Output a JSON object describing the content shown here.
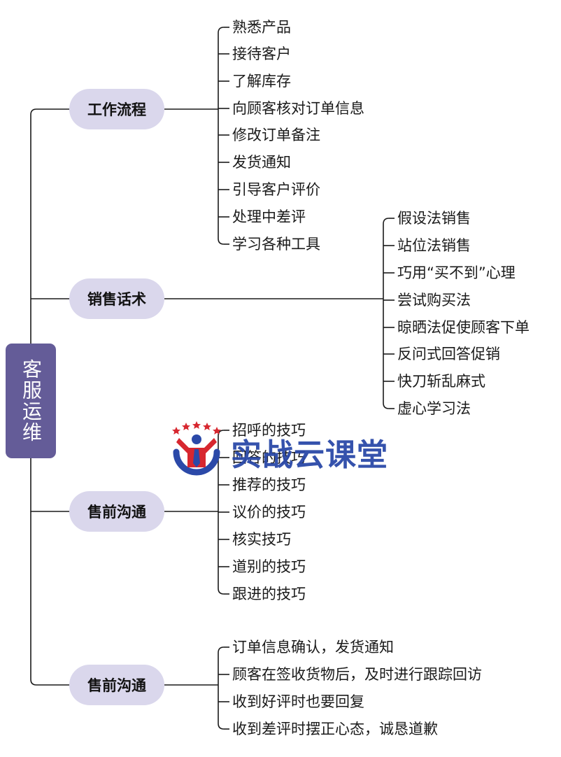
{
  "mindmap": {
    "root": {
      "label": "客服运维"
    },
    "branches": [
      {
        "label": "工作流程",
        "items": [
          "熟悉产品",
          "接待客户",
          "了解库存",
          "向顾客核对订单信息",
          "修改订单备注",
          "发货通知",
          "引导客户评价",
          "处理中差评",
          "学习各种工具"
        ]
      },
      {
        "label": "销售话术",
        "items": [
          "假设法销售",
          "站位法销售",
          "巧用“买不到”心理",
          "尝试购买法",
          "晾晒法促使顾客下单",
          "反问式回答促销",
          "快刀斩乱麻式",
          "虚心学习法"
        ]
      },
      {
        "label": "售前沟通",
        "items": [
          "招呼的技巧",
          "回答的技巧",
          "推荐的技巧",
          "议价的技巧",
          "核实技巧",
          "道别的技巧",
          "跟进的技巧"
        ]
      },
      {
        "label": "售前沟通",
        "items": [
          "订单信息确认，发货通知",
          "顾客在签收货物后，及时进行跟踪回访",
          "收到好评时也要回复",
          "收到差评时摆正心态，诚恳道歉"
        ]
      }
    ]
  },
  "watermark": {
    "text": "实战云课堂",
    "logo_icon": "person-with-stars-logo-icon"
  },
  "colors": {
    "root_fill": "#645c98",
    "branch_fill": "#dad7ec",
    "line": "#1a1a1a",
    "watermark_blue": "#2b49a8",
    "watermark_red": "#d7272f"
  }
}
